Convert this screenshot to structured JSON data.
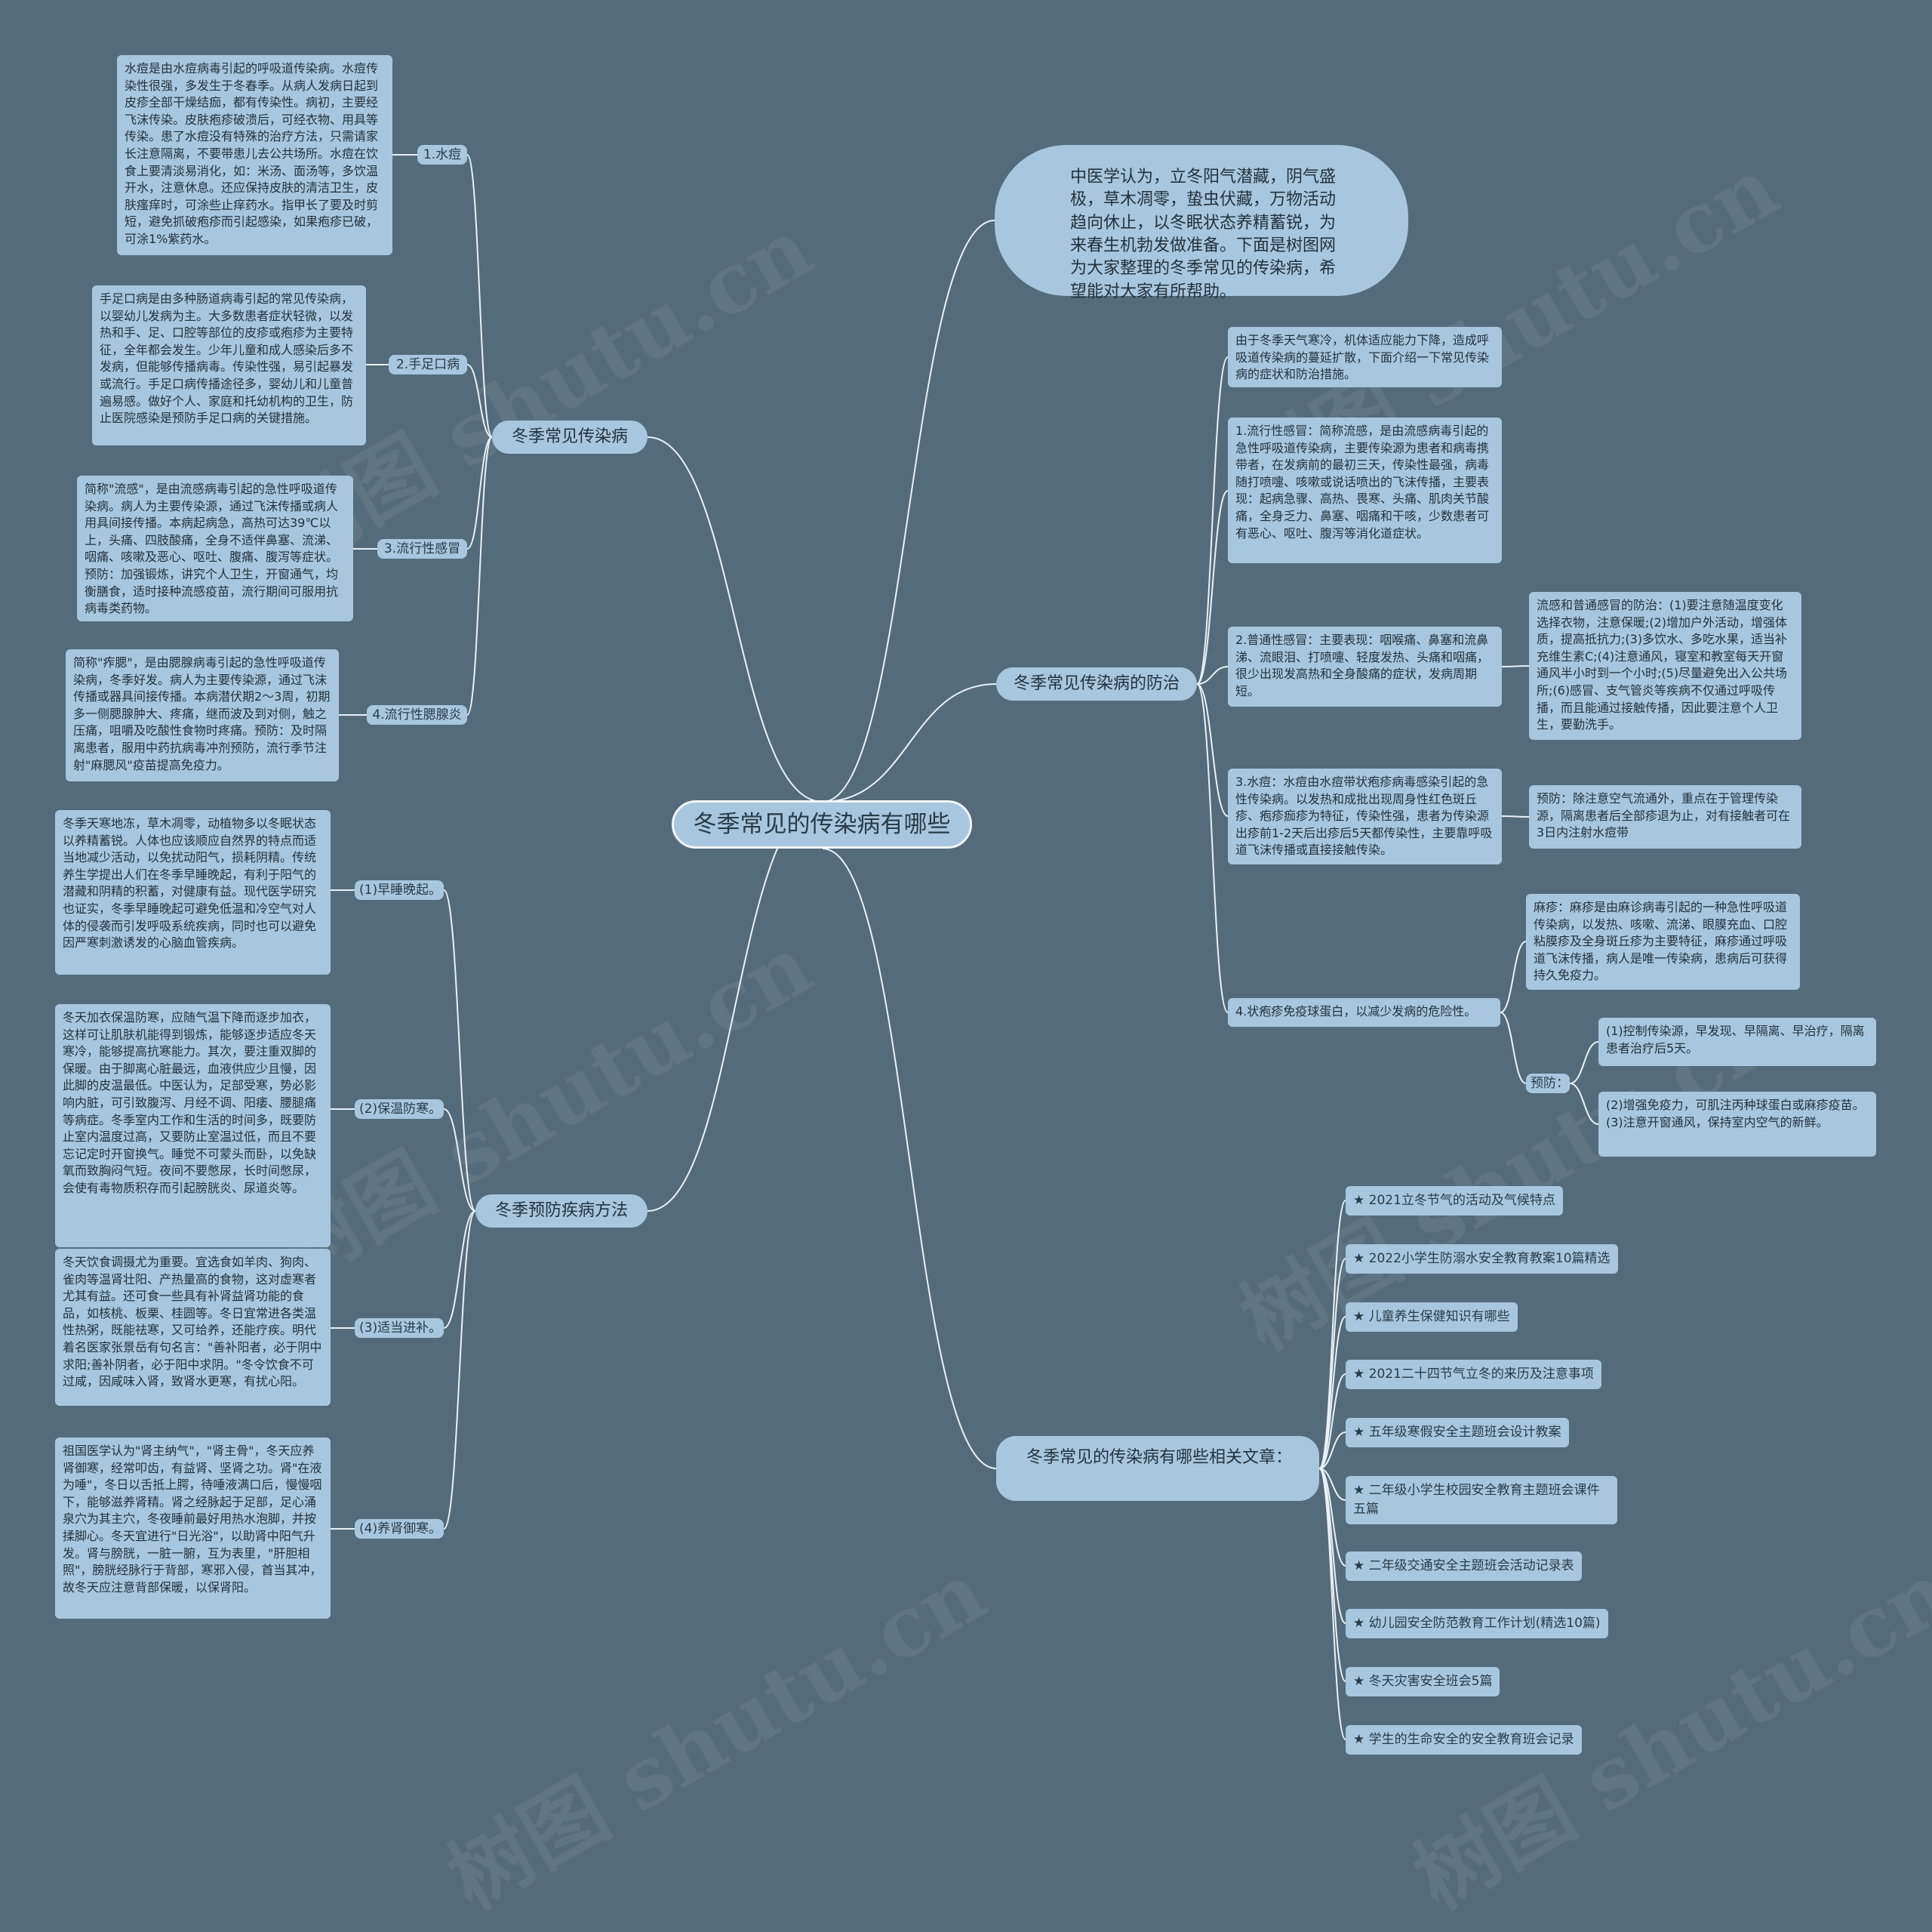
{
  "root": "冬季常见的传染病有哪些",
  "watermark": "树图 shutu.cn",
  "intro": "中医学认为，立冬阳气潜藏，阴气盛极，草木凋零，蛰虫伏藏，万物活动趋向休止，以冬眠状态养精蓄锐，为来春生机勃发做准备。下面是树图网为大家整理的冬季常见的传染病，希望能对大家有所帮助。",
  "common": {
    "title": "冬季常见传染病",
    "items": [
      {
        "label": "1.水痘",
        "text": "水痘是由水痘病毒引起的呼吸道传染病。水痘传染性很强，多发生于冬春季。从病人发病日起到皮疹全部干燥结痂，都有传染性。病初，主要经飞沫传染。皮肤疱疹破溃后，可经衣物、用具等传染。患了水痘没有特殊的治疗方法，只需请家长注意隔离，不要带患儿去公共场所。水痘在饮食上要清淡易消化，如：米汤、面汤等，多饮温开水，注意休息。还应保持皮肤的清洁卫生，皮肤瘙痒时，可涂些止痒药水。指甲长了要及时剪短，避免抓破疱疹而引起感染，如果疱疹已破，可涂1%紫药水。"
      },
      {
        "label": "2.手足口病",
        "text": "手足口病是由多种肠道病毒引起的常见传染病，以婴幼儿发病为主。大多数患者症状轻微，以发热和手、足、口腔等部位的皮疹或疱疹为主要特征，全年都会发生。少年儿童和成人感染后多不发病，但能够传播病毒。传染性强，易引起暴发或流行。手足口病传播途径多，婴幼儿和儿童普遍易感。做好个人、家庭和托幼机构的卫生，防止医院感染是预防手足口病的关键措施。"
      },
      {
        "label": "3.流行性感冒",
        "text": "简称\"流感\"，是由流感病毒引起的急性呼吸道传染病。病人为主要传染源，通过飞沫传播或病人用具间接传播。本病起病急，高热可达39℃以上，头痛、四肢酸痛，全身不适伴鼻塞、流涕、咽痛、咳嗽及恶心、呕吐、腹痛、腹泻等症状。预防：加强锻炼，讲究个人卫生，开窗通气，均衡膳食，适时接种流感疫苗，流行期间可服用抗病毒类药物。"
      },
      {
        "label": "4.流行性腮腺炎",
        "text": "简称\"痄腮\"，是由腮腺病毒引起的急性呼吸道传染病，冬季好发。病人为主要传染源，通过飞沫传播或器具间接传播。本病潜伏期2～3周，初期多一侧腮腺肿大、疼痛，继而波及到对侧，触之压痛，咀嚼及吃酸性食物时疼痛。预防：及时隔离患者，服用中药抗病毒冲剂预防，流行季节注射\"麻腮风\"疫苗提高免疫力。"
      }
    ]
  },
  "prevention": {
    "title": "冬季预防疾病方法",
    "items": [
      {
        "label": "(1)早睡晚起。",
        "text": "冬季天寒地冻，草木凋零，动植物多以冬眠状态以养精蓄锐。人体也应该顺应自然界的特点而适当地减少活动，以免扰动阳气，损耗阴精。传统养生学提出人们在冬季早睡晚起，有利于阳气的潜藏和阴精的积蓄，对健康有益。现代医学研究也证实，冬季早睡晚起可避免低温和冷空气对人体的侵袭而引发呼吸系统疾病，同时也可以避免因严寒刺激诱发的心脑血管疾病。"
      },
      {
        "label": "(2)保温防寒。",
        "text": "冬天加衣保温防寒，应随气温下降而逐步加衣，这样可让肌肤机能得到锻炼，能够逐步适应冬天寒冷，能够提高抗寒能力。其次，要注重双脚的保暖。由于脚离心脏最远，血液供应少且慢，因此脚的皮温最低。中医认为，足部受寒，势必影响内脏，可引致腹泻、月经不调、阳痿、腰腿痛等病症。冬季室内工作和生活的时间多，既要防止室内温度过高，又要防止室温过低，而且不要忘记定时开窗换气。睡觉不可蒙头而卧，以免缺氧而致胸闷气短。夜间不要憋尿，长时间憋尿，会使有毒物质积存而引起膀胱炎、尿道炎等。"
      },
      {
        "label": "(3)适当进补。",
        "text": "冬天饮食调摄尤为重要。宜选食如羊肉、狗肉、雀肉等温肾壮阳、产热量高的食物，这对虚寒者尤其有益。还可食一些具有补肾益肾功能的食品，如核桃、板栗、桂圆等。冬日宜常进各类温性热粥，既能祛寒，又可给养，还能疗疾。明代着名医家张景岳有句名言：\"善补阳者，必于阴中求阳;善补阴者，必于阳中求阴。\"冬令饮食不可过咸，因咸味入肾，致肾水更寒，有扰心阳。"
      },
      {
        "label": "(4)养肾御寒。",
        "text": "祖国医学认为\"肾主纳气\"，\"肾主骨\"，冬天应养肾御寒，经常叩齿，有益肾、坚肾之功。肾\"在液为唾\"，冬日以舌抵上腭，待唾液满口后，慢慢咽下，能够滋养肾精。肾之经脉起于足部，足心涌泉穴为其主穴，冬夜睡前最好用热水泡脚，并按揉脚心。冬天宜进行\"日光浴\"，以助肾中阳气升发。肾与膀胱，一脏一腑，互为表里，\"肝胆相照\"，膀胱经脉行于背部，寒邪入侵，首当其冲，故冬天应注意背部保暖，以保肾阳。"
      }
    ]
  },
  "control": {
    "title": "冬季常见传染病的防治",
    "intro": "由于冬季天气寒冷，机体适应能力下降，造成呼吸道传染病的蔓延扩散，下面介绍一下常见传染病的症状和防治措施。",
    "flu": "1.流行性感冒：简称流感，是由流感病毒引起的急性呼吸道传染病，主要传染源为患者和病毒携带者，在发病前的最初三天，传染性最强，病毒随打喷嚏、咳嗽或说话喷出的飞沫传播，主要表现：起病急骤、高热、畏寒、头痛、肌肉关节酸痛，全身乏力、鼻塞、咽痛和干咳，少数患者可有恶心、呕吐、腹泻等消化道症状。",
    "cold": "2.普通性感冒：主要表现：咽喉痛、鼻塞和流鼻涕、流眼泪、打喷嚏、轻度发热、头痛和咽痛，很少出现发高热和全身酸痛的症状，发病周期短。",
    "cold_prevent": "流感和普通感冒的防治：(1)要注意随温度变化选择衣物，注意保暖;(2)增加户外活动，增强体质，提高抵抗力;(3)多饮水、多吃水果，适当补充维生素C;(4)注意通风，寝室和教室每天开窗通风半小时到一个小时;(5)尽量避免出入公共场所;(6)感冒、支气管炎等疾病不仅通过呼吸传播，而且能通过接触传播，因此要注意个人卫生，要勤洗手。",
    "pox": "3.水痘：水痘由水痘带状疱疹病毒感染引起的急性传染病。以发热和成批出现周身性红色斑丘疹、疱疹痂疹为特征，传染性强，患者为传染源出疹前1-2天后出疹后5天都传染性，主要靠呼吸道飞沫传播或直接接触传染。",
    "pox_prevent": "预防：除注意空气流通外，重点在于管理传染源，隔离患者后全部疹退为止，对有接触者可在3日内注射水痘带",
    "vaccine": "4.状疱疹免疫球蛋白，以减少发病的危险性。",
    "measles": "麻疹：麻疹是由麻诊病毒引起的一种急性呼吸道传染病，以发热、咳嗽、流涕、眼膜充血、口腔粘膜疹及全身斑丘疹为主要特征，麻疹通过呼吸道飞沫传播，病人是唯一传染病，患病后可获得持久免疫力。",
    "prevent_label": "预防：",
    "prevent_1": "(1)控制传染源，早发现、早隔离、早治疗，隔离患者治疗后5天。",
    "prevent_2": "(2)增强免疫力，可肌注丙种球蛋白或麻疹疫苗。(3)注意开窗通风，保持室内空气的新鲜。"
  },
  "related": {
    "title": "冬季常见的传染病有哪些相关文章：",
    "items": [
      "★ 2021立冬节气的活动及气候特点",
      "★ 2022小学生防溺水安全教育教案10篇精选",
      "★ 儿童养生保健知识有哪些",
      "★ 2021二十四节气立冬的来历及注意事项",
      "★ 五年级寒假安全主题班会设计教案",
      "★ 二年级小学生校园安全教育主题班会课件五篇",
      "★ 二年级交通安全主题班会活动记录表",
      "★ 幼儿园安全防范教育工作计划(精选10篇)",
      "★ 冬天灾害安全班会5篇",
      "★ 学生的生命安全的安全教育班会记录"
    ]
  },
  "colors": {
    "background": "#546b7b",
    "node": "#a8c6dd",
    "line": "#e9f1f7",
    "text": "#2a3b48"
  }
}
